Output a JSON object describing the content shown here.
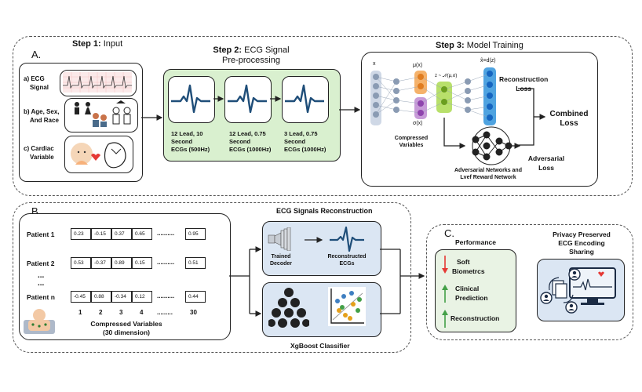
{
  "colors": {
    "step2_green": "#d9f0cf",
    "decoder_blue": "#dbe6f3",
    "ecg_blue": "#1f4e79",
    "down_red": "#e53935",
    "up_green": "#43a047"
  },
  "panelA": {
    "label": "A.",
    "step1": {
      "prefix": "Step 1:",
      "name": " Input"
    },
    "step2": {
      "prefix": "Step 2:",
      "name": " ECG Signal",
      "line2": "Pre-processing"
    },
    "step3": {
      "prefix": "Step 3:",
      "name": " Model Training"
    },
    "inputs": [
      {
        "label1": "a) ECG",
        "label2": "Signal"
      },
      {
        "label1": "b) Age, Sex,",
        "label2": "And Race"
      },
      {
        "label1": "c) Cardiac",
        "label2": "Variable"
      }
    ],
    "preproc": [
      {
        "l1": "12 Lead, 10",
        "l2": "Second",
        "l3": "ECGs (500Hz)"
      },
      {
        "l1": "12 Lead, 0.75",
        "l2": "Second",
        "l3": "ECGs (1000Hz)"
      },
      {
        "l1": "3 Lead, 0.75",
        "l2": "Second",
        "l3": "ECGs (1000Hz)"
      }
    ],
    "model": {
      "x": "x",
      "mu": "μ(x)",
      "sigma": "σ(x)",
      "z": "z ~ 𝒩(μ,σ)",
      "xhat": "x̂=d(z)",
      "recon1": "Reconstruction",
      "recon2": "Loss",
      "combined1": "Combined",
      "combined2": "Loss",
      "adv1": "Adversarial",
      "adv2": "Loss",
      "compressed1": "Compressed",
      "compressed2": "Variables",
      "advnet1": "Adversarial Networks and",
      "advnet2": "Lvef Reward Network"
    }
  },
  "panelB": {
    "label": "B.",
    "patients": [
      {
        "name": "Patient 1",
        "values": [
          "0.23",
          "-0.15",
          "0.37",
          "0.65"
        ],
        "last": "0.95"
      },
      {
        "name": "Patient 2",
        "values": [
          "0.53",
          "-0.37",
          "0.89",
          "0.15"
        ],
        "last": "0.51"
      },
      {
        "name": "Patient n",
        "values": [
          "-0.45",
          "0.88",
          "-0.34",
          "0.12"
        ],
        "last": "0.44"
      }
    ],
    "ellipsis": "..........",
    "vdots": "...",
    "indices": [
      "1",
      "2",
      "3",
      "4",
      "30"
    ],
    "dots_index": ".........",
    "compressed1": "Compressed Variables",
    "compressed2": "(30 dimension)",
    "recon_title": "ECG Signals Reconstruction",
    "decoder1": "Trained",
    "decoder2": "Decoder",
    "recon1": "Reconstructed",
    "recon2": "ECGs",
    "xgb": "XgBoost Classifier"
  },
  "panelC": {
    "label": "C.",
    "perf": "Performance",
    "items": [
      {
        "t1": "Soft",
        "t2": "Biometrcs"
      },
      {
        "t1": "Clinical",
        "t2": "Prediction"
      },
      {
        "t1": "Reconstruction",
        "t2": ""
      }
    ],
    "priv1": "Privacy Preserved",
    "priv2": "ECG Encoding",
    "priv3": "Sharing"
  }
}
